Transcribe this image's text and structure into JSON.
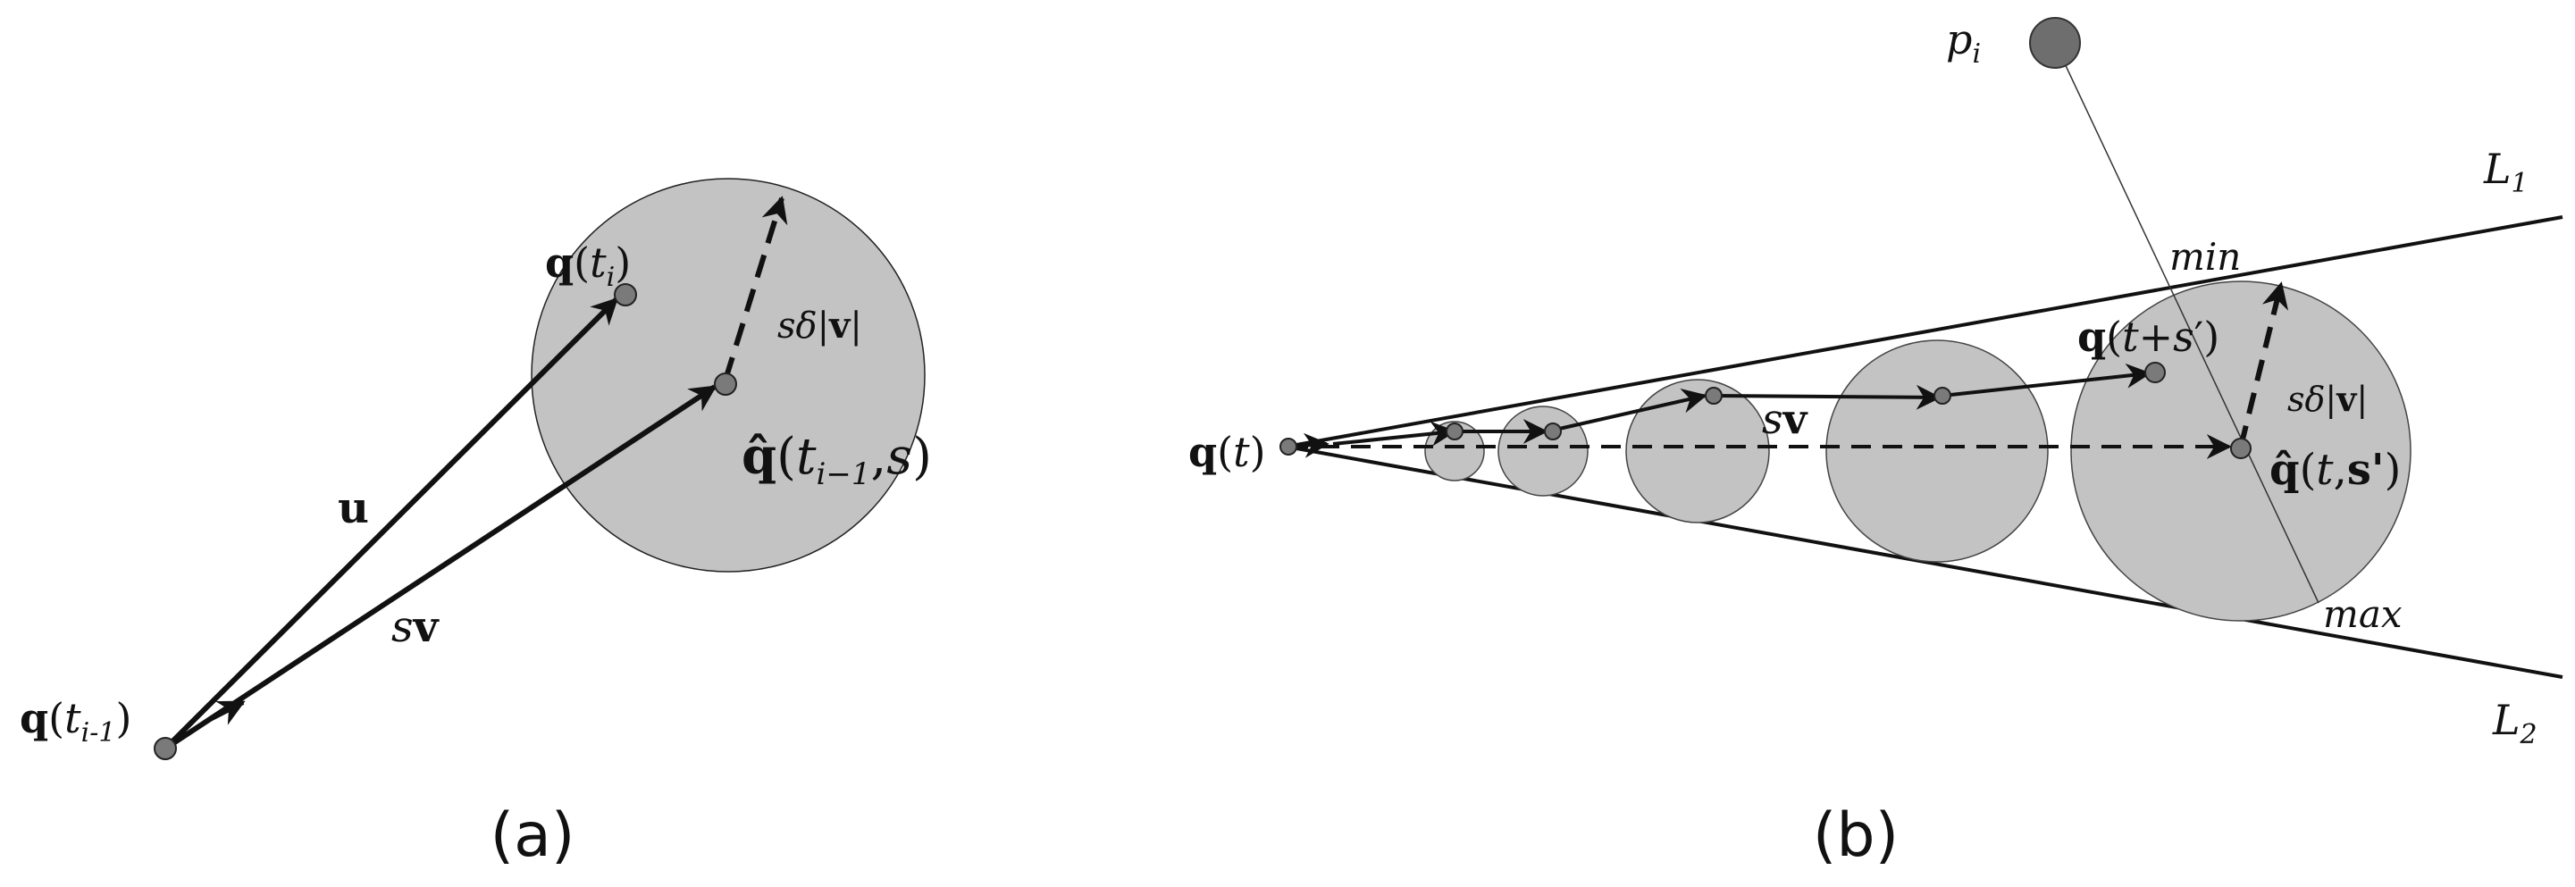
{
  "panel_a": {
    "caption": "(a)",
    "labels": {
      "q_ti": {
        "main": "q",
        "open": "(",
        "var": "t",
        "sub": "i",
        "close": ")"
      },
      "q_ti1": {
        "main": "q",
        "open": "(",
        "var": "t",
        "sub": "i-1",
        "close": ")"
      },
      "u": "u",
      "sv": {
        "s": "s",
        "v": "v"
      },
      "s_delta_v": {
        "s": "s",
        "delta": "δ",
        "bar_l": "|",
        "v": "v",
        "bar_r": "|"
      },
      "qhat": {
        "main": "q̂",
        "open": "(",
        "var": "t",
        "sub": "i−1",
        "comma": ",",
        "s": "s",
        "close": ")"
      }
    }
  },
  "panel_b": {
    "caption": "(b)",
    "labels": {
      "p_i": {
        "p": "p",
        "sub": "i"
      },
      "L1": {
        "L": "L",
        "sub": "1"
      },
      "L2": {
        "L": "L",
        "sub": "2"
      },
      "min": "min",
      "max": "max",
      "q_t": {
        "main": "q",
        "open": "(",
        "var": "t",
        "close": ")"
      },
      "sv": {
        "s": "s",
        "v": "v"
      },
      "q_t_s": {
        "main": "q",
        "open": "(",
        "var": "t+s",
        "prime": "′",
        "close": ")"
      },
      "s_delta_v": {
        "s": "s",
        "delta": "δ",
        "bar_l": "|",
        "v": "v",
        "bar_r": "|"
      },
      "qhat": {
        "main": "q̂",
        "open": "(",
        "var": "t",
        "comma": ",",
        "s": "s'",
        "close": ")"
      }
    }
  },
  "colors": {
    "disk_fill": "#c3c3c3",
    "point_fill": "#7a7a7a",
    "p_i_fill": "#6e6e6e",
    "stroke": "#111111"
  }
}
